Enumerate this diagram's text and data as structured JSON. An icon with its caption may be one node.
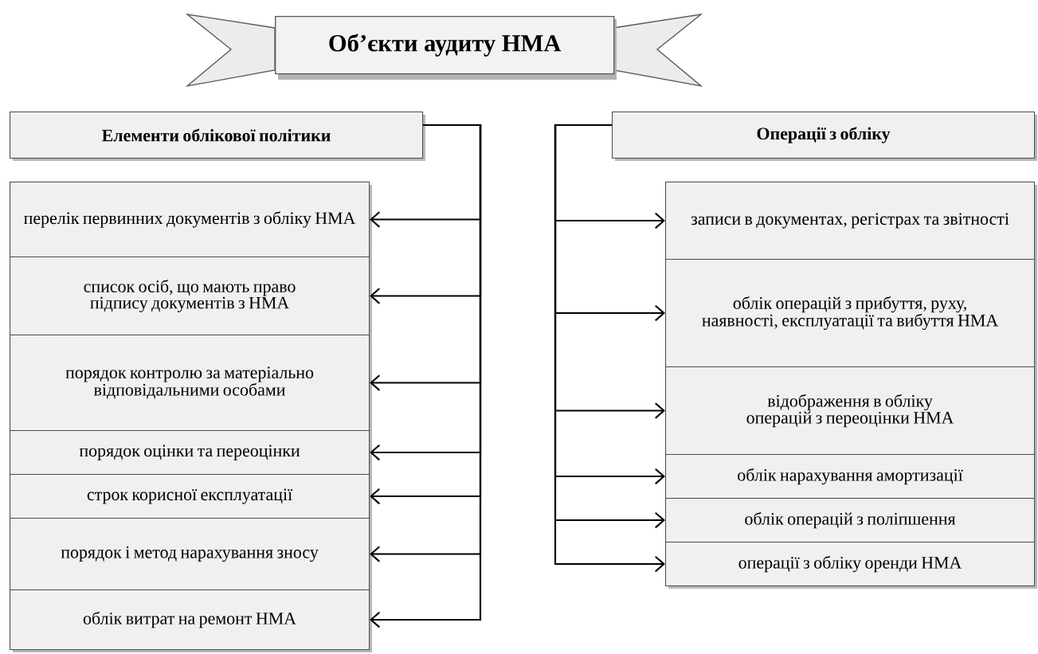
{
  "diagram": {
    "title": "Об’єкти аудиту НМА",
    "nodes": [
      {
        "text": [
          "Елементи облікової політики"
        ]
      },
      {
        "text": [
          "Операції з обліку"
        ]
      },
      {
        "text": [
          "перелік первинних документів з обліку НМА"
        ]
      },
      {
        "text": [
          "список осіб, що мають право підпису документів з НМА"
        ]
      },
      {
        "text": [
          "порядок контролю за матеріально відповідальними особами"
        ]
      },
      {
        "text": [
          "порядок оцінки та переоцінки"
        ]
      },
      {
        "text": [
          "строк корисної експлуатації"
        ]
      },
      {
        "text": [
          "порядок і метод нарахування зносу"
        ]
      },
      {
        "text": [
          "облік витрат на ремонт НМА"
        ]
      },
      {
        "text": [
          "записи в документах, регістрах та звітності"
        ]
      },
      {
        "text": [
          "облік операцій з прибуття, руху, наявності, експлуатації та вибуття НМА"
        ]
      },
      {
        "text": [
          "відображення в обліку операцій з переоцінки НМА"
        ]
      },
      {
        "text": [
          "облік нарахування амортизації"
        ]
      },
      {
        "text": [
          "облік операцій з поліпшення"
        ]
      },
      {
        "text": [
          "операції з обліку оренди НМА"
        ]
      }
    ],
    "edges": [
      {
        "from": 0,
        "to": 2,
        "arrow": "to"
      },
      {
        "from": 0,
        "to": 3,
        "arrow": "to"
      },
      {
        "from": 0,
        "to": 4,
        "arrow": "to"
      },
      {
        "from": 0,
        "to": 5,
        "arrow": "to"
      },
      {
        "from": 0,
        "to": 6,
        "arrow": "to"
      },
      {
        "from": 0,
        "to": 7,
        "arrow": "to"
      },
      {
        "from": 0,
        "to": 8,
        "arrow": "to"
      },
      {
        "from": 1,
        "to": 9,
        "arrow": "to"
      },
      {
        "from": 1,
        "to": 10,
        "arrow": "to"
      },
      {
        "from": 1,
        "to": 11,
        "arrow": "to"
      },
      {
        "from": 1,
        "to": 12,
        "arrow": "to"
      },
      {
        "from": 1,
        "to": 13,
        "arrow": "to"
      },
      {
        "from": 1,
        "to": 14,
        "arrow": "to"
      }
    ]
  }
}
